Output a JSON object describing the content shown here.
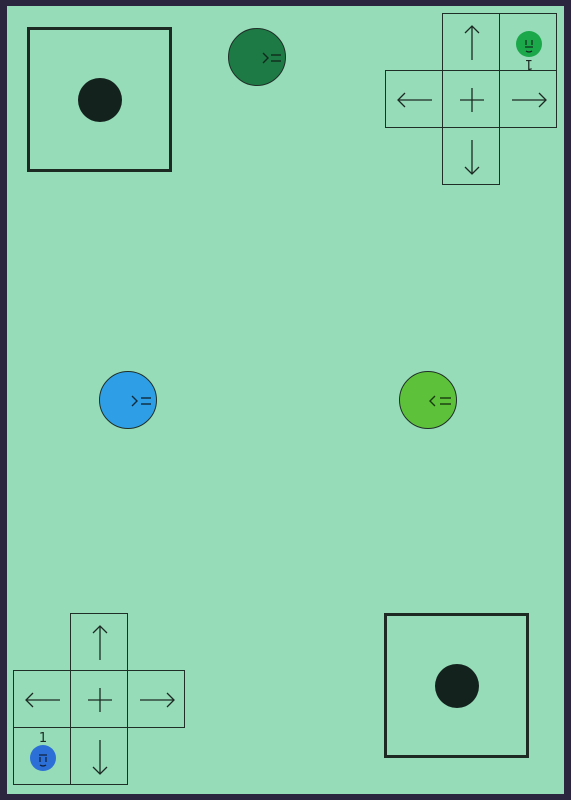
{
  "players": [
    {
      "id": "dark-green",
      "color": "#1e7a45",
      "face": ">="
    },
    {
      "id": "light-blue",
      "color": "#2e9fe6",
      "face": ">="
    },
    {
      "id": "lime-green",
      "color": "#5ec13a",
      "face": "<="
    }
  ],
  "controllers": [
    {
      "id": "top-right",
      "avatar_color": "#1aa84a",
      "player_number": "1",
      "flipped": true
    },
    {
      "id": "bottom-left",
      "avatar_color": "#2c6fd6",
      "player_number": "1",
      "flipped": false
    }
  ],
  "colors": {
    "background": "#96dcb8",
    "frame": "#2b2540",
    "goal_dot": "#14221d"
  }
}
